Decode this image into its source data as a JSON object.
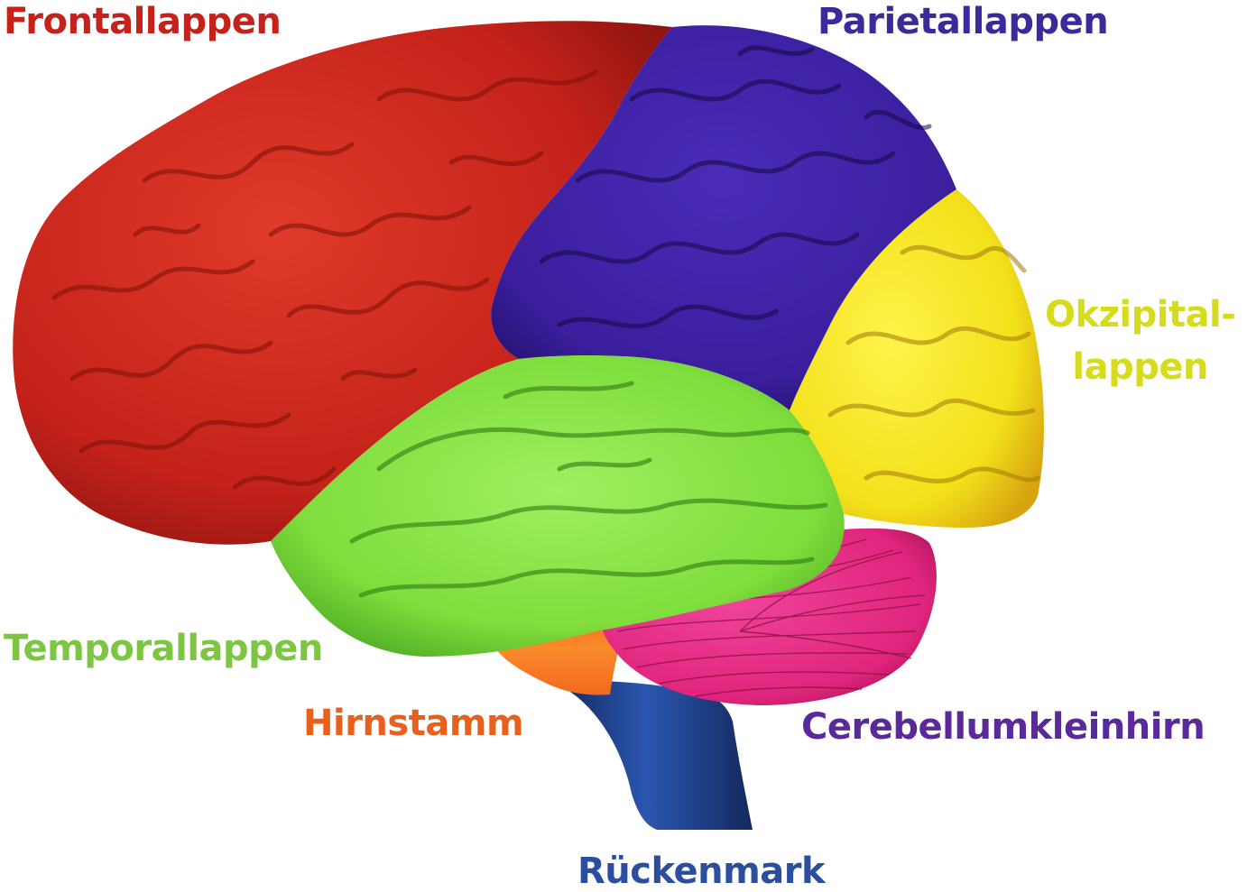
{
  "labels": {
    "frontal": "Frontallappen",
    "parietal": "Parietallappen",
    "occipital_line1": "Okzipital-",
    "occipital_line2": "lappen",
    "temporal": "Temporallappen",
    "brainstem": "Hirnstamm",
    "cerebellum": "Cerebellumkleinhirn",
    "spinal_cord": "Rückenmark"
  },
  "colors": {
    "frontal": "#c4221a",
    "frontal_label": "#c4221a",
    "parietal": "#3a1e9c",
    "parietal_label": "#3a2a9c",
    "occipital": "#f2e11a",
    "occipital_label": "#d6db1e",
    "temporal": "#7fdd3c",
    "temporal_label": "#7ec544",
    "brainstem": "#f06a1e",
    "brainstem_label": "#e8601e",
    "cerebellum": "#e0257e",
    "cerebellum_label": "#5a2a9c",
    "spinal_cord": "#1e3f8a",
    "spinal_cord_label": "#2c4e9e"
  }
}
